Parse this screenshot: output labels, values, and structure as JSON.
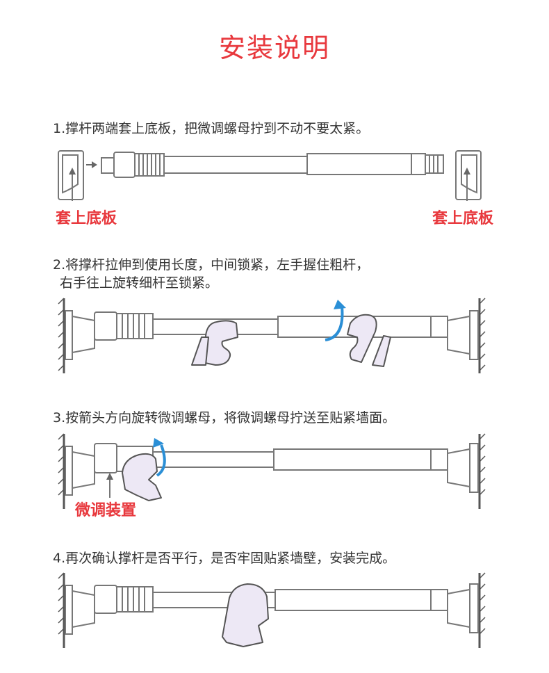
{
  "title": "安装说明",
  "steps": [
    {
      "text": "1.撑杆两端套上底板，把微调螺母拧到不动不要太紧。"
    },
    {
      "line1": "2.将撑杆拉伸到使用长度，中间锁紧，左手握住粗杆，",
      "line2": "右手往上旋转细杆至锁紧。"
    },
    {
      "text": "3.按箭头方向旋转微调螺母，将微调螺母拧送至贴紧墙面。"
    },
    {
      "text": "4.再次确认撑杆是否平行，是否牢固贴紧墙壁，安装完成。"
    }
  ],
  "labels": {
    "base_left": "套上底板",
    "base_right": "套上底板",
    "fine_tune": "微调装置"
  },
  "colors": {
    "accent": "#e8383d",
    "arrow": "#2b8fd6",
    "hand": "#ede8f5"
  }
}
